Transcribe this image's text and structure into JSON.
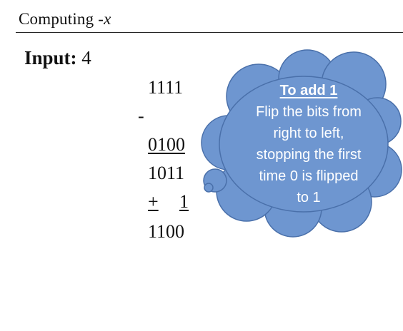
{
  "slide": {
    "title_text": "Computing ",
    "title_var": "-x"
  },
  "input": {
    "label": "Input:",
    "value": "4"
  },
  "calculation": {
    "minuend": "1111",
    "operator_minus": "-",
    "subtrahend": "0100",
    "flipped": "1011",
    "operator_plus": "+",
    "addend": "1",
    "result": "1100"
  },
  "callout": {
    "heading": "To add 1",
    "body": "Flip the bits from\nright to left,\nstopping the first\ntime 0 is flipped\nto 1",
    "fill_color": "#6e96d0",
    "stroke_color": "#4a70aa"
  }
}
